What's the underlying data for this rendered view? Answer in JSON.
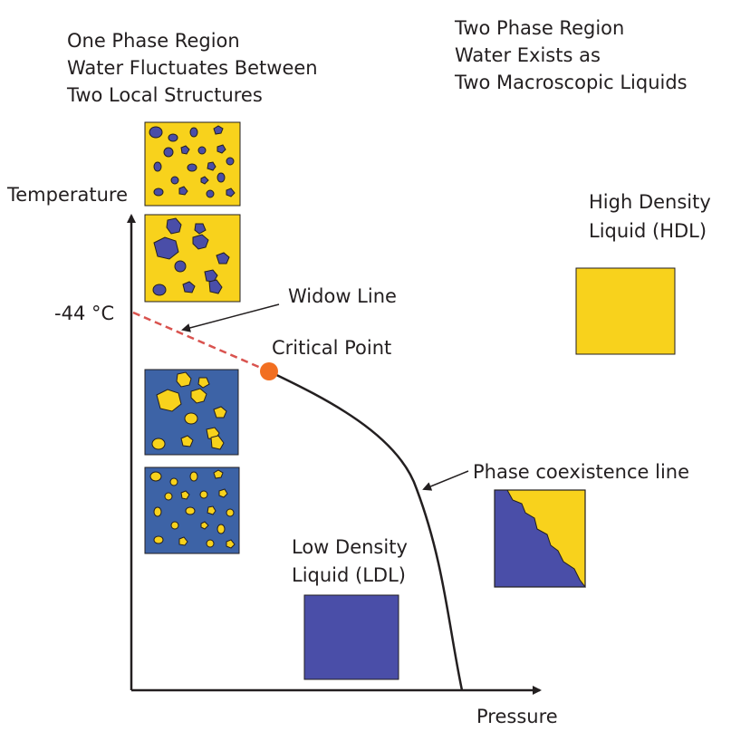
{
  "title_left": {
    "line1": "One Phase Region",
    "line2": "Water Fluctuates Between",
    "line3": "Two Local Structures"
  },
  "title_right": {
    "line1": "Two Phase Region",
    "line2": "Water Exists as",
    "line3": "Two Macroscopic Liquids"
  },
  "axes": {
    "y_label": "Temperature",
    "x_label": "Pressure",
    "temp_marker": "-44 °C"
  },
  "annotations": {
    "widow_line": "Widow Line",
    "critical_point": "Critical Point",
    "coexistence_line": "Phase coexistence line"
  },
  "hdl": {
    "line1": "High Density",
    "line2": "Liquid (HDL)"
  },
  "ldl": {
    "line1": "Low Density",
    "line2": "Liquid (LDL)"
  },
  "colors": {
    "yellow": "#f8d21c",
    "blue": "#4a4ea8",
    "steel_blue": "#3d63a6",
    "orange": "#f26f21",
    "widow_dash": "#d9534f",
    "ink": "#231f20"
  }
}
